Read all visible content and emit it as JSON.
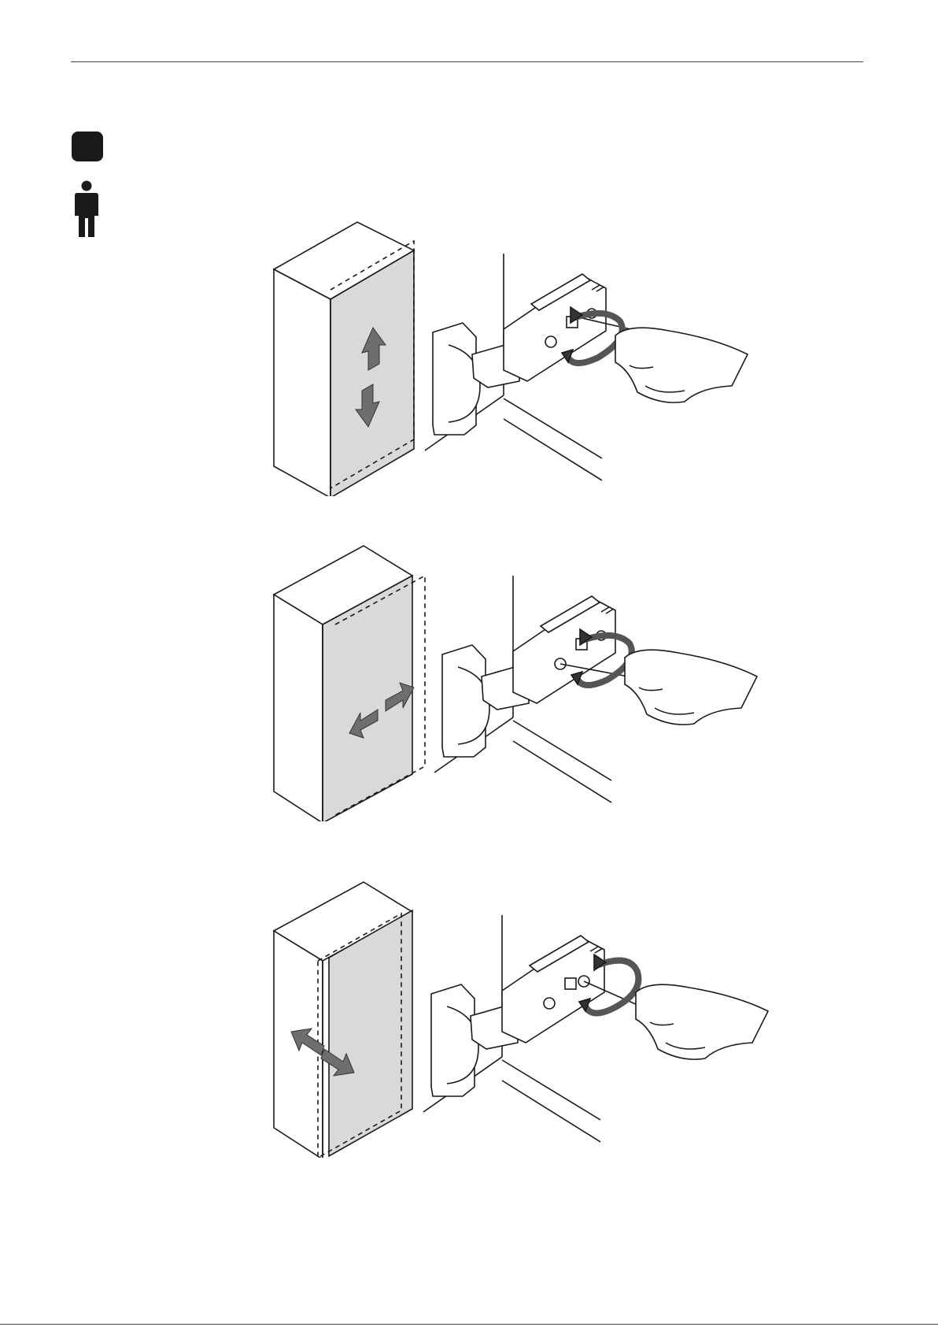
{
  "page": {
    "step_badge_label": "",
    "person_icon": "one-person-icon"
  },
  "panels": [
    {
      "adjustment": "height",
      "arrow_icon": "up-down-arrows-icon"
    },
    {
      "adjustment": "side",
      "arrow_icon": "left-right-arrows-icon"
    },
    {
      "adjustment": "depth",
      "arrow_icon": "diagonal-arrows-icon"
    }
  ],
  "colors": {
    "line": "#1a1a1a",
    "door_fill": "#d9d9d9",
    "arrow_fill": "#6e6e6e"
  }
}
